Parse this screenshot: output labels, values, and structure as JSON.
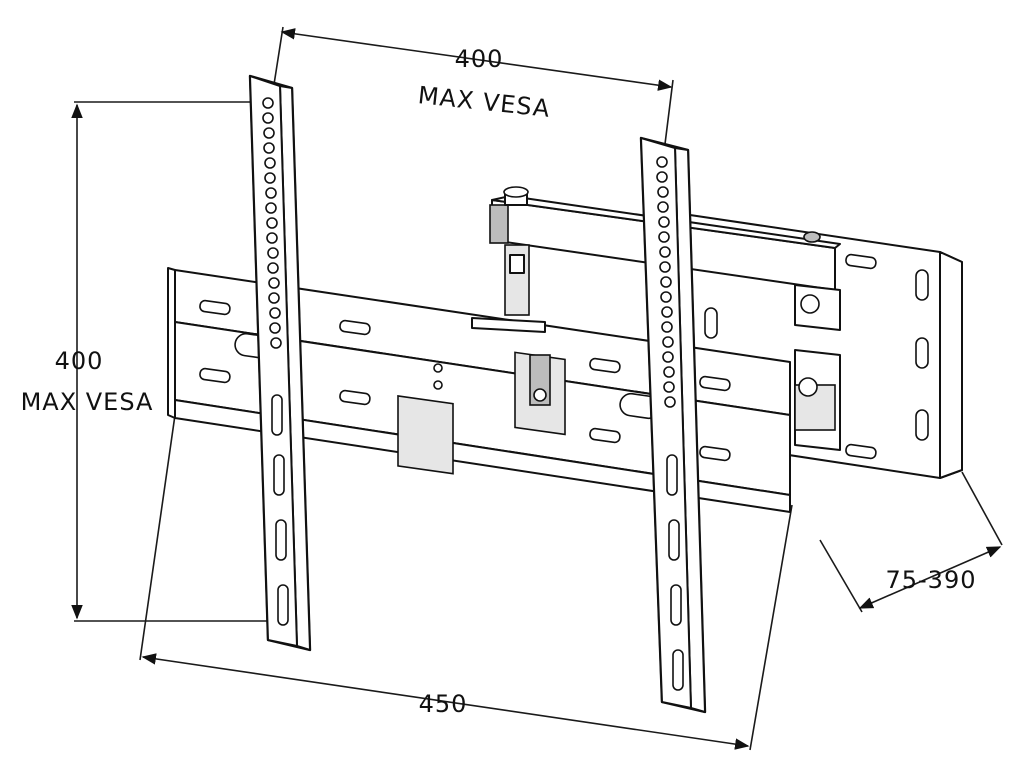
{
  "dimensions": {
    "top_width_value": "400",
    "top_width_label": "MAX VESA",
    "left_height_value": "400",
    "left_height_label": "MAX VESA",
    "bottom_width_value": "450",
    "extension_value": "75-390"
  }
}
